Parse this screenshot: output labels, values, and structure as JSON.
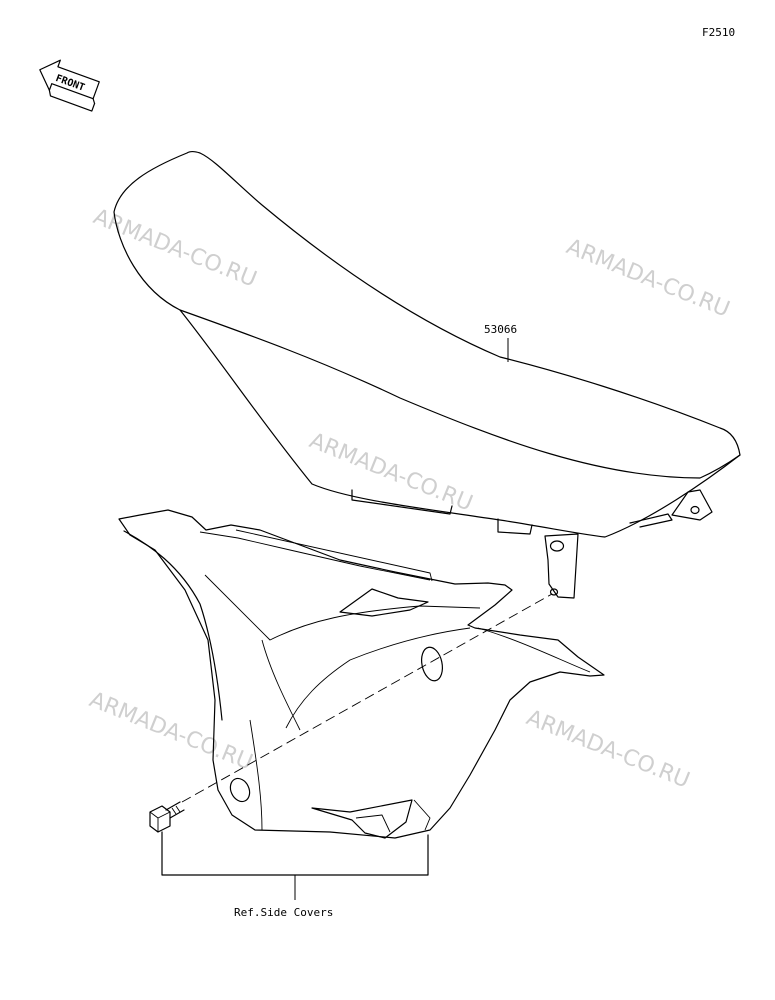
{
  "figure_code": "F2510",
  "front_arrow_label": "FRONT",
  "watermark_text": "ARMADA-CO.RU",
  "watermark_color": "#cfcfcf",
  "callouts": {
    "seat_part_number": "53066",
    "reference_label": "Ref.Side Covers"
  },
  "parts": [
    "seat",
    "side-cover",
    "bolt"
  ]
}
